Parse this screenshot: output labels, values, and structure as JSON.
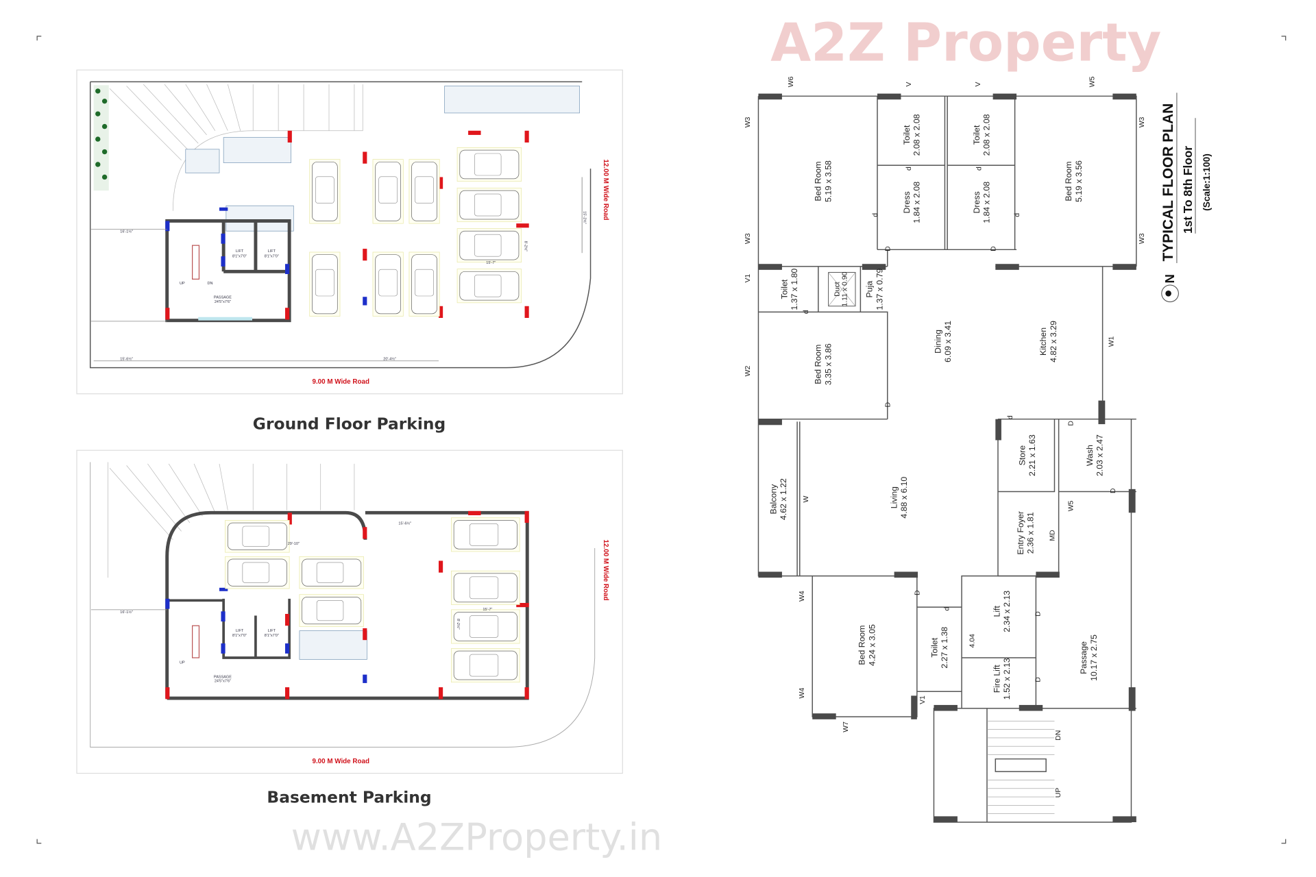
{
  "watermark": {
    "logo": "A2Z Property",
    "url": "www.A2ZProperty.in"
  },
  "ground_floor": {
    "caption": "Ground Floor Parking",
    "road_bottom": "9.00 M Wide Road",
    "road_right": "12.00 M Wide Road",
    "dims": [
      "16'-1½\"",
      "15'-6½\"",
      "20'-4½\"",
      "15'-2½\"",
      "15'-7\"",
      "8'-2½\""
    ],
    "lift_label": "LIFT",
    "lift_dims": "8'1\"x7'0\"",
    "passage": "PASSAGE",
    "passage_dims": "24'5\"x7'6\"",
    "up": "UP",
    "dn": "DN"
  },
  "basement": {
    "caption": "Basement Parking",
    "road_bottom": "9.00 M Wide Road",
    "road_right": "12.00 M Wide Road",
    "dims": [
      "16'-1½\"",
      "15'-6½\"",
      "29'-10\"",
      "15'-7\"",
      "8'-2½\""
    ],
    "lift_label": "LIFT",
    "lift_dims": "8'1\"x7'0\"",
    "passage": "PASSAGE",
    "passage_dims": "24'5\"x7'6\"",
    "up": "UP"
  },
  "floor_plan": {
    "title": "TYPICAL FLOOR PLAN",
    "subtitle": "1st To 8th Floor",
    "scale": "(Scale:1:100)",
    "north": "N",
    "rooms": [
      {
        "name": "Bed Room",
        "dims": "5.19 x 3.58"
      },
      {
        "name": "Toilet",
        "dims": "2.08 x 2.08"
      },
      {
        "name": "Dress",
        "dims": "1.84 x 2.08"
      },
      {
        "name": "Toilet",
        "dims": "2.08 x 2.08"
      },
      {
        "name": "Dress",
        "dims": "1.84 x 2.08"
      },
      {
        "name": "Bed Room",
        "dims": "5.19 x 3.56"
      },
      {
        "name": "Toilet",
        "dims": "1.37 x 1.80"
      },
      {
        "name": "Duct",
        "dims": "1.11 x 0.90"
      },
      {
        "name": "Puja",
        "dims": "1.37 x 0.79"
      },
      {
        "name": "Bed Room",
        "dims": "3.35 x 3.86"
      },
      {
        "name": "Dining",
        "dims": "6.09 x 3.41"
      },
      {
        "name": "Kitchen",
        "dims": "4.82 x 3.29"
      },
      {
        "name": "Balcony",
        "dims": "4.62 x 1.22"
      },
      {
        "name": "Living",
        "dims": "4.88 x 6.10"
      },
      {
        "name": "Store",
        "dims": "2.21 x 1.63"
      },
      {
        "name": "Wash",
        "dims": "2.03 x 2.47"
      },
      {
        "name": "Entry Foyer",
        "dims": "2.36 x 1.81"
      },
      {
        "name": "Bed Room",
        "dims": "4.24 x 3.05"
      },
      {
        "name": "Toilet",
        "dims": "2.27 x 1.38"
      },
      {
        "name": "Lift",
        "dims": "2.34 x 2.13"
      },
      {
        "name": "Fire Lift",
        "dims": "1.52 x 2.13"
      },
      {
        "name": "Passage",
        "dims": "10.17 x 2.75"
      }
    ],
    "markers": [
      "W6",
      "V",
      "V",
      "W5",
      "W3",
      "W3",
      "W3",
      "W3",
      "V1",
      "W2",
      "W1",
      "d",
      "d",
      "d",
      "d",
      "D",
      "D",
      "D",
      "W",
      "D",
      "D",
      "W5",
      "MD",
      "D",
      "d",
      "W4",
      "W4",
      "W7",
      "V1",
      "4.04",
      "D",
      "D",
      "DN",
      "UP",
      "d",
      "d"
    ]
  }
}
